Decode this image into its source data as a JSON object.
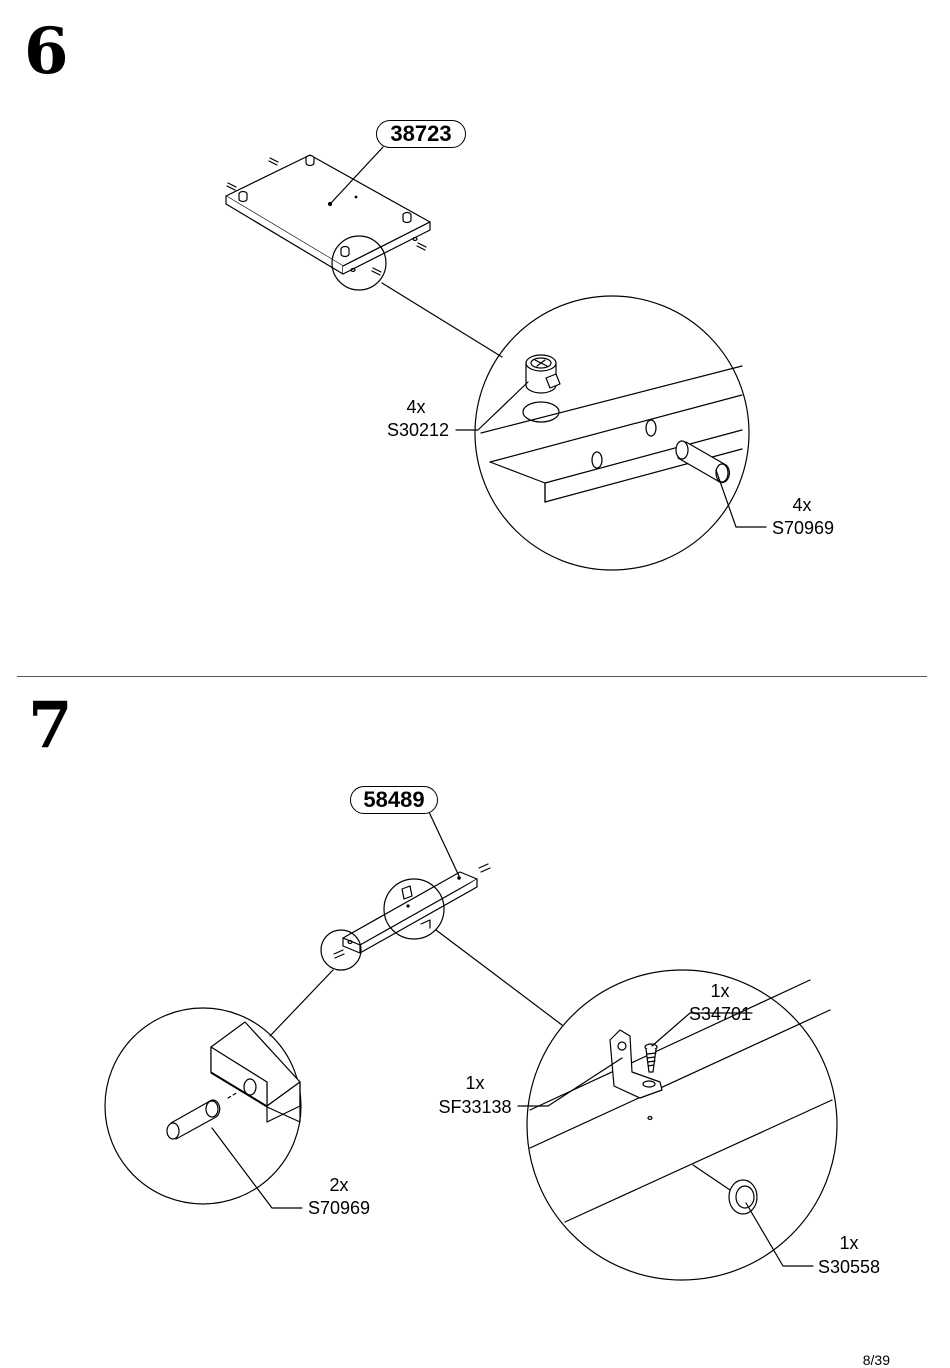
{
  "steps": [
    {
      "number": "6",
      "part_id": "38723",
      "callouts": [
        {
          "qty": "4x",
          "code": "S30212"
        },
        {
          "qty": "4x",
          "code": "S70969"
        }
      ]
    },
    {
      "number": "7",
      "part_id": "58489",
      "callouts": [
        {
          "qty": "1x",
          "code": "S34701"
        },
        {
          "qty": "1x",
          "code": "SF33138"
        },
        {
          "qty": "2x",
          "code": "S70969"
        },
        {
          "qty": "1x",
          "code": "S30558"
        }
      ]
    }
  ],
  "page": "8/39"
}
